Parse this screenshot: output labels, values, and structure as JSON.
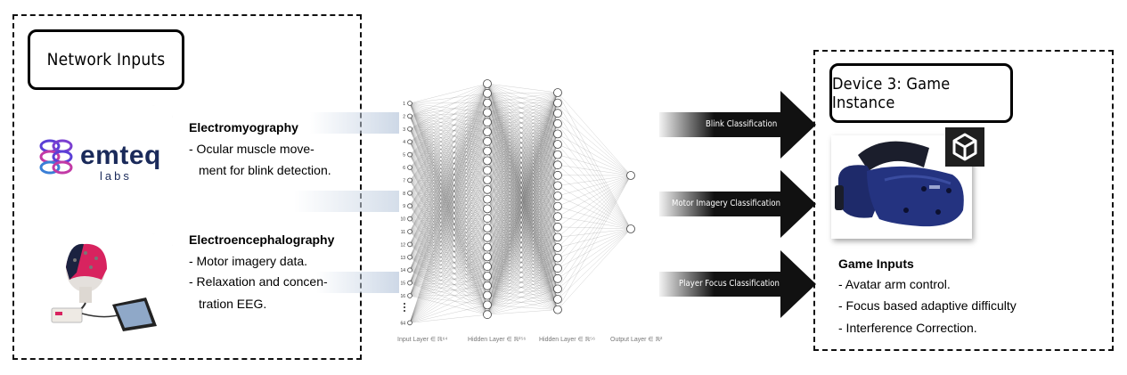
{
  "network_inputs": {
    "title": "Network Inputs",
    "emg": {
      "heading": "Electromyography",
      "lines": [
        " - Ocular muscle move-",
        "ment for blink detection."
      ],
      "logo_text_main": "emteq",
      "logo_text_sub": "labs",
      "logo_color": "#1a2a5a",
      "logo_accent_colors": [
        "#5b3fd6",
        "#c23aa6",
        "#3a7fd6"
      ]
    },
    "eeg": {
      "heading": "Electroencephalography",
      "lines": [
        " - Motor imagery data.",
        " - Relaxation and concen-",
        "tration EEG."
      ],
      "cap_color": "#d8235f"
    }
  },
  "network": {
    "input_nodes": [
      "1",
      "2",
      "3",
      "4",
      "5",
      "6",
      "7",
      "8",
      "9",
      "10",
      "11",
      "12",
      "13",
      "14",
      "15",
      "16",
      "64"
    ],
    "input_label": "Input Layer ∈ ℝ⁶⁴",
    "hidden1_label": "Hidden Layer ∈ ℝ²⁵⁶",
    "hidden2_label": "Hidden Layer ∈ ℝ⁵⁶",
    "output_label": "Output Layer ∈ ℝ²"
  },
  "outputs": {
    "arrows": [
      {
        "label": "Blink Classification"
      },
      {
        "label": "Motor Imagery Classification"
      },
      {
        "label": "Player Focus Classification"
      }
    ],
    "arrow_color": "#111111"
  },
  "device": {
    "title": "Device 3: Game Instance",
    "unity_icon": "unity-logo-icon",
    "headset_color": "#1e2a6a",
    "game_inputs_heading": "Game Inputs",
    "game_inputs": [
      " - Avatar arm control.",
      " - Focus based adaptive difficulty",
      " - Interference Correction."
    ]
  }
}
